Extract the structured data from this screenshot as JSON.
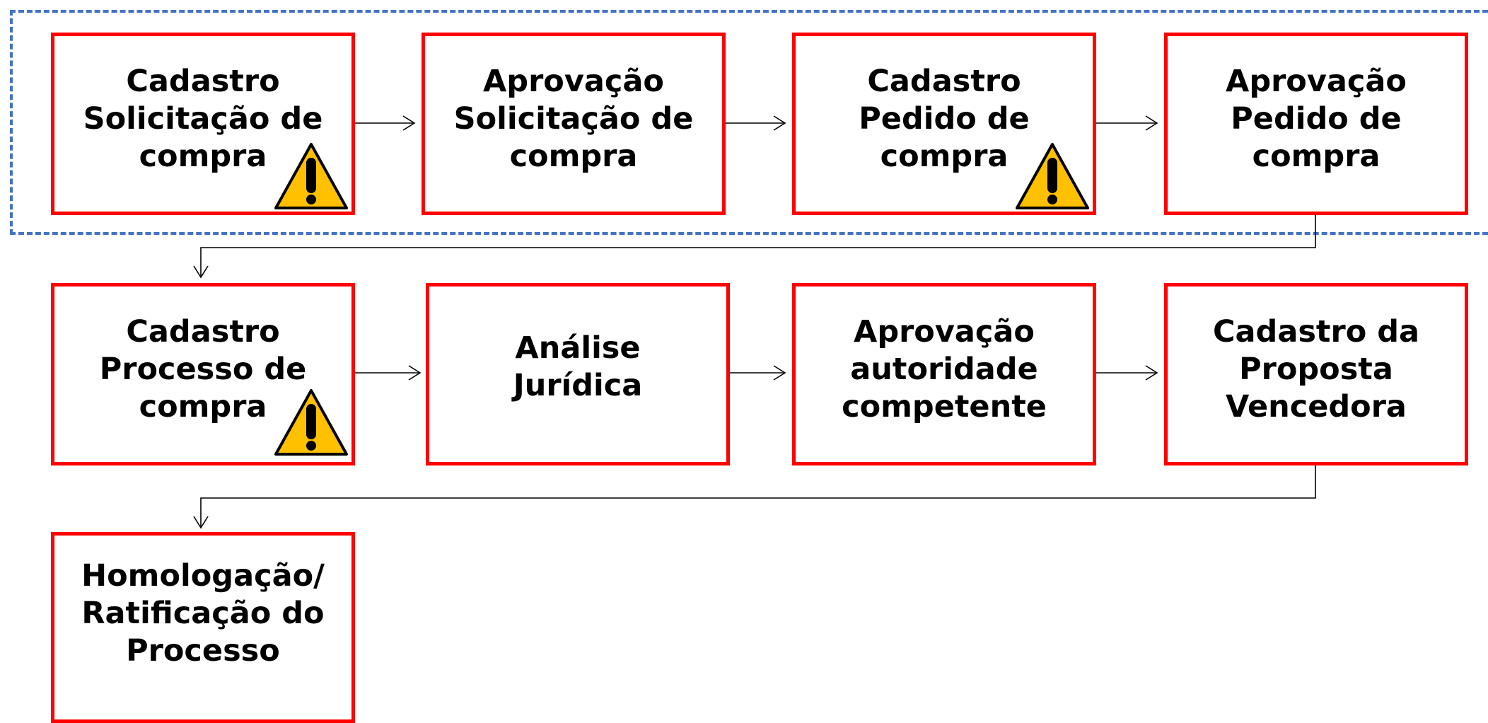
{
  "diagram": {
    "steps": [
      {
        "id": "s1",
        "label": "Cadastro\nSolicitação  de\ncompra",
        "warning": true
      },
      {
        "id": "s2",
        "label": "Aprovação\nSolicitação  de\ncompra",
        "warning": false
      },
      {
        "id": "s3",
        "label": "Cadastro\nPedido de\ncompra",
        "warning": true
      },
      {
        "id": "s4",
        "label": "Aprovação\nPedido de\ncompra",
        "warning": false
      },
      {
        "id": "s5",
        "label": "Cadastro\nProcesso de\ncompra",
        "warning": true
      },
      {
        "id": "s6",
        "label": "Análise\nJurídica",
        "warning": false
      },
      {
        "id": "s7",
        "label": "Aprovação\nautoridade\ncompetente",
        "warning": false
      },
      {
        "id": "s8",
        "label": "Cadastro da\nProposta\nVencedora",
        "warning": false
      },
      {
        "id": "s9",
        "label": "Homologação/\nRatificação  do\nProcesso",
        "warning": false
      }
    ],
    "colors": {
      "box_border": "#ff0000",
      "group_border": "#4472c4",
      "connector": "#000000",
      "warning_fill": "#ffc000",
      "warning_mark": "#000000"
    },
    "icons": {
      "warning": "warning-triangle-icon"
    }
  }
}
